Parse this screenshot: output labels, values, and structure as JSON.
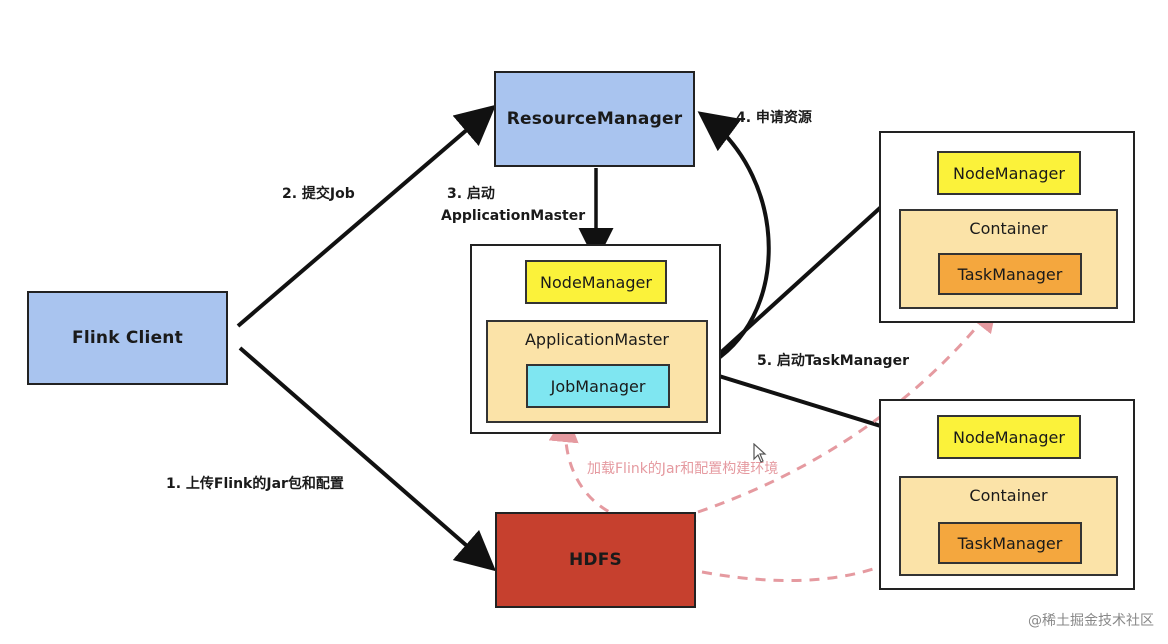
{
  "nodes": {
    "flink_client": "Flink Client",
    "resource_manager": "ResourceManager",
    "hdfs": "HDFS",
    "am_host": {
      "node_manager": "NodeManager",
      "application_master": "ApplicationMaster",
      "job_manager": "JobManager"
    },
    "worker_top": {
      "node_manager": "NodeManager",
      "container": "Container",
      "task_manager": "TaskManager"
    },
    "worker_bottom": {
      "node_manager": "NodeManager",
      "container": "Container",
      "task_manager": "TaskManager"
    }
  },
  "steps": {
    "step1": "1. 上传Flink的Jar包和配置",
    "step2": "2. 提交Job",
    "step3_line1": "3. 启动",
    "step3_line2": "ApplicationMaster",
    "step4": "4. 申请资源",
    "step5": "5. 启动TaskManager"
  },
  "dashed_note": "加载Flink的Jar和配置构建环境",
  "watermark": "@稀土掘金技术社区",
  "colors": {
    "client_blue": "#a9c4ef",
    "hdfs_red": "#c6402e",
    "node_manager_yellow": "#fbf23a",
    "container_cream": "#fbe3a8",
    "task_manager_orange": "#f4a73e",
    "job_manager_cyan": "#7fe6f1",
    "dashed_pink": "#e59aa0"
  }
}
